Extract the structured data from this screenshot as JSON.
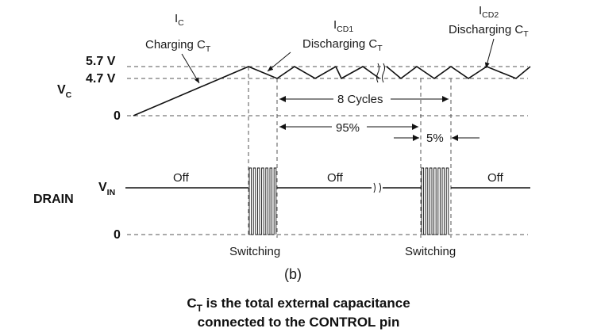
{
  "vc_section": {
    "label_main": "V",
    "label_sub": "C",
    "level_high": "5.7 V",
    "level_low": "4.7 V",
    "level_zero": "0"
  },
  "ic_label": {
    "main": "I",
    "sub": "C",
    "line2_main": "Charging C",
    "line2_sub": "T"
  },
  "icd1_label": {
    "main": "I",
    "sub": "CD1",
    "line2_main": "Discharging C",
    "line2_sub": "T"
  },
  "icd2_label": {
    "main": "I",
    "sub": "CD2",
    "line2_main": "Discharging C",
    "line2_sub": "T"
  },
  "annotations": {
    "cycles": "8 Cycles",
    "pct_on": "95%",
    "pct_off": "5%"
  },
  "drain_section": {
    "title": "DRAIN",
    "vin_main": "V",
    "vin_sub": "IN",
    "zero": "0",
    "off_labels": [
      "Off",
      "Off",
      "Off"
    ],
    "switching_labels": [
      "Switching",
      "Switching"
    ]
  },
  "figure_label": "(b)",
  "caption": {
    "line1_main": "C",
    "line1_sub": "T",
    "line1_rest": " is the total external capacitance",
    "line2": "connected to the CONTROL pin"
  }
}
